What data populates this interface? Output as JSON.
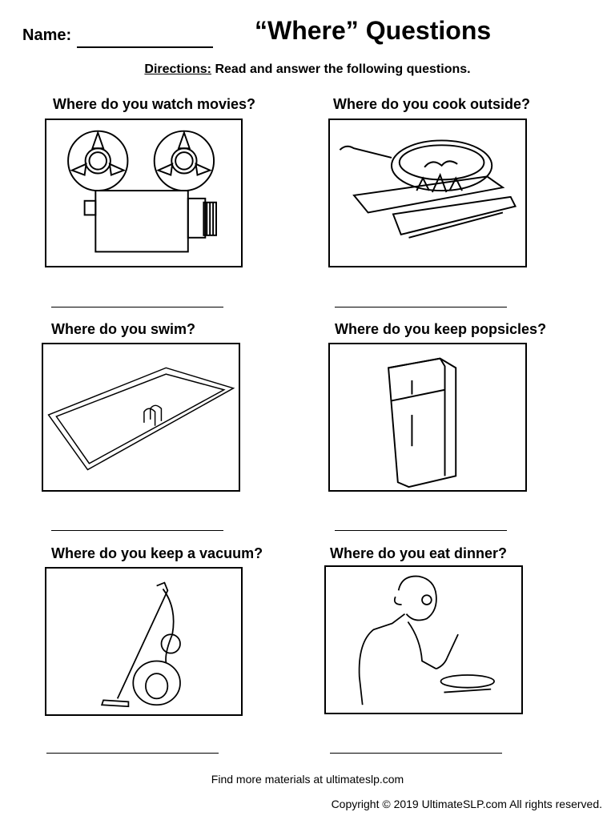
{
  "header": {
    "name_label": "Name:",
    "title": "“Where” Questions"
  },
  "directions": {
    "label": "Directions:",
    "text": "Read and answer the following questions."
  },
  "questions": [
    {
      "text": "Where do you watch movies?",
      "picture": "movie-projector-icon"
    },
    {
      "text": "Where do you cook outside?",
      "picture": "campfire-pan-icon"
    },
    {
      "text": "Where do you swim?",
      "picture": "swimming-pool-icon"
    },
    {
      "text": "Where do you keep popsicles?",
      "picture": "refrigerator-icon"
    },
    {
      "text": "Where do you keep a vacuum?",
      "picture": "vacuum-cleaner-icon"
    },
    {
      "text": "Where do you eat dinner?",
      "picture": "man-eating-dinner-icon"
    }
  ],
  "footer": {
    "more": "Find more materials at ultimateslp.com",
    "copyright": "Copyright © 2019 UltimateSLP.com All rights reserved."
  }
}
